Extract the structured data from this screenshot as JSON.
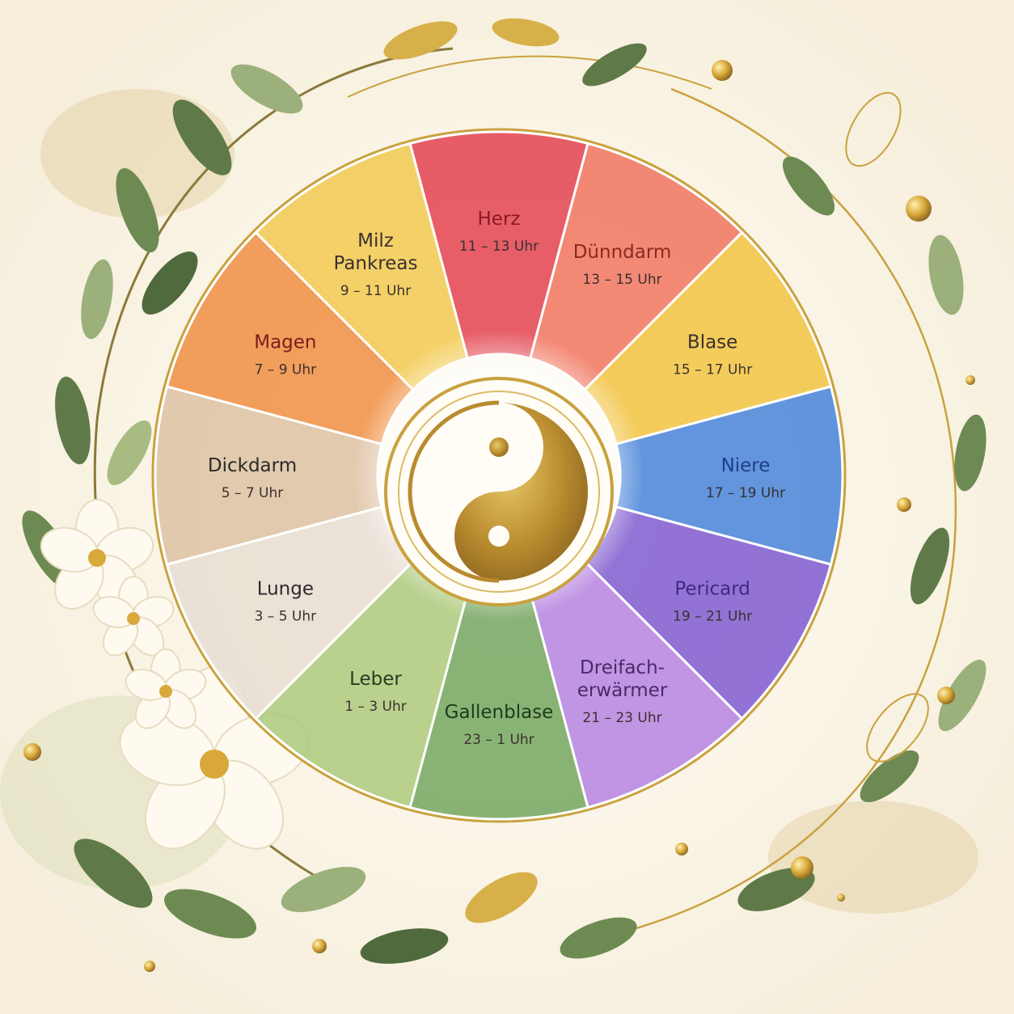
{
  "segments": [
    {
      "name_lines": [
        "Herz"
      ],
      "time": "11 – 13 Uhr",
      "color": "#e23c4a",
      "text_color": "#8a1826"
    },
    {
      "name_lines": [
        "Dünndarm"
      ],
      "time": "13 – 15 Uhr",
      "color": "#f0705a",
      "text_color": "#8a2a20"
    },
    {
      "name_lines": [
        "Blase"
      ],
      "time": "15 – 17 Uhr",
      "color": "#f1c23c",
      "text_color": "#3a3030"
    },
    {
      "name_lines": [
        "Niere"
      ],
      "time": "17 – 19 Uhr",
      "color": "#3f7fd9",
      "text_color": "#1e3f86"
    },
    {
      "name_lines": [
        "Pericard"
      ],
      "time": "19 – 21 Uhr",
      "color": "#7a55d0",
      "text_color": "#3e2a86"
    },
    {
      "name_lines": [
        "Dreifach-",
        "erwärmer"
      ],
      "time": "21 – 23 Uhr",
      "color": "#b27fe0",
      "text_color": "#4a2a6a"
    },
    {
      "name_lines": [
        "Gallenblase"
      ],
      "time": "23 – 1 Uhr",
      "color": "#6fa45a",
      "text_color": "#1e3a1a"
    },
    {
      "name_lines": [
        "Leber"
      ],
      "time": "1 – 3 Uhr",
      "color": "#a9c878",
      "text_color": "#2a3a20"
    },
    {
      "name_lines": [
        "Lunge"
      ],
      "time": "3 – 5 Uhr",
      "color": "#e6ddd2",
      "text_color": "#2a2a2a"
    },
    {
      "name_lines": [
        "Dickdarm"
      ],
      "time": "5 – 7 Uhr",
      "color": "#dcc0a0",
      "text_color": "#2a2a2a"
    },
    {
      "name_lines": [
        "Magen"
      ],
      "time": "7 – 9 Uhr",
      "color": "#ef8a3c",
      "text_color": "#7a1e1e"
    },
    {
      "name_lines": [
        "Milz",
        "Pankreas"
      ],
      "time": "9 – 11 Uhr",
      "color": "#f2c84a",
      "text_color": "#3a3030"
    }
  ],
  "colors": {
    "background": "#fbf6e9",
    "gold": "#c9a13e",
    "gold_dark": "#9a7424",
    "leaf": "#5f7a48",
    "leaf_light": "#9bb07a",
    "blossom": "#fffaf0"
  },
  "icons": {
    "center": "yin-yang-icon",
    "decor": "floral-wreath"
  }
}
